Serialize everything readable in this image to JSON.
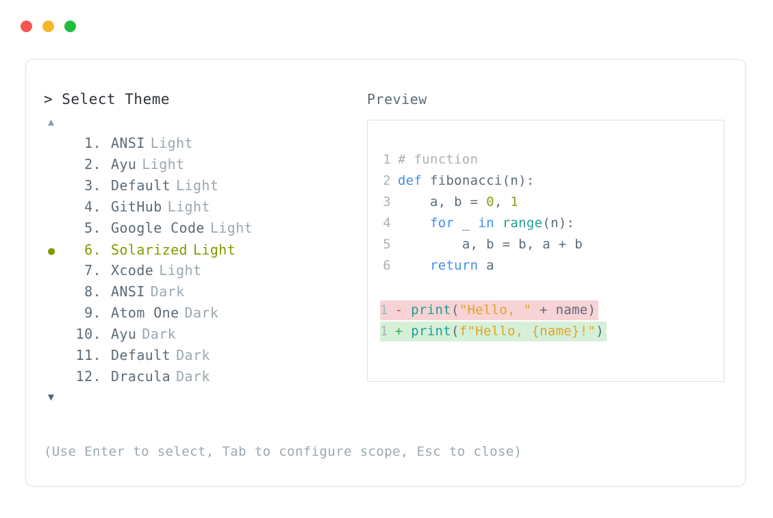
{
  "window": {
    "controls": [
      {
        "name": "close",
        "color": "#f6564f"
      },
      {
        "name": "minimize",
        "color": "#f8b62b"
      },
      {
        "name": "maximize",
        "color": "#21be3e"
      }
    ]
  },
  "left": {
    "prompt": "> Select Theme",
    "scroll_up": "▲",
    "scroll_down": "▼",
    "selected_bullet": "●",
    "selected_index": 6,
    "accent_color": "#859900",
    "themes": [
      {
        "num": "1.",
        "name": "ANSI",
        "variant": "Light"
      },
      {
        "num": "2.",
        "name": "Ayu",
        "variant": "Light"
      },
      {
        "num": "3.",
        "name": "Default",
        "variant": "Light"
      },
      {
        "num": "4.",
        "name": "GitHub",
        "variant": "Light"
      },
      {
        "num": "5.",
        "name": "Google Code",
        "variant": "Light"
      },
      {
        "num": "6.",
        "name": "Solarized",
        "variant": "Light"
      },
      {
        "num": "7.",
        "name": "Xcode",
        "variant": "Light"
      },
      {
        "num": "8.",
        "name": "ANSI",
        "variant": "Dark"
      },
      {
        "num": "9.",
        "name": "Atom One",
        "variant": "Dark"
      },
      {
        "num": "10.",
        "name": "Ayu",
        "variant": "Dark"
      },
      {
        "num": "11.",
        "name": "Default",
        "variant": "Dark"
      },
      {
        "num": "12.",
        "name": "Dracula",
        "variant": "Dark"
      }
    ],
    "hint": "(Use Enter to select, Tab to configure scope, Esc to close)"
  },
  "right": {
    "label": "Preview",
    "code_lines": [
      {
        "ln": "1",
        "text": "# function"
      },
      {
        "ln": "2",
        "text": "def fibonacci(n):"
      },
      {
        "ln": "3",
        "text": "    a, b = 0, 1"
      },
      {
        "ln": "4",
        "text": "    for _ in range(n):"
      },
      {
        "ln": "5",
        "text": "        a, b = b, a + b"
      },
      {
        "ln": "6",
        "text": "    return a"
      }
    ],
    "diff_lines": [
      {
        "ln": "1",
        "marker": "-",
        "text": "print(\"Hello, \" + name)",
        "kind": "deleted",
        "bg": "#f7d3d6"
      },
      {
        "ln": "1",
        "marker": "+",
        "text": "print(f\"Hello, {name}!\")",
        "kind": "added",
        "bg": "#d6f0d8"
      }
    ]
  },
  "code_tokens": {
    "l1": {
      "comment": "# function"
    },
    "l2": {
      "kw": "def",
      "sp1": " ",
      "fn": "fibonacci",
      "rest": "(n):"
    },
    "l3": {
      "indent": "    ",
      "a": "a, b = ",
      "n0": "0",
      "c": ", ",
      "n1": "1"
    },
    "l4": {
      "indent": "    ",
      "kw1": "for",
      "sp1": " _ ",
      "kw2": "in",
      "sp2": " ",
      "fn": "range",
      "rest": "(n):"
    },
    "l5": {
      "indent": "        ",
      "body": "a, b = b, a + b"
    },
    "l6": {
      "indent": "    ",
      "kw": "return",
      "rest": " a"
    },
    "d1": {
      "ln": "1",
      "marker": "-",
      "fn": "print",
      "p1": "(",
      "str": "\"Hello, \"",
      "mid": " + name",
      "p2": ")"
    },
    "d2": {
      "ln": "1",
      "marker": "+",
      "fn": "print",
      "p1": "(",
      "str": "f\"Hello, {name}!\"",
      "p2": ")"
    }
  }
}
